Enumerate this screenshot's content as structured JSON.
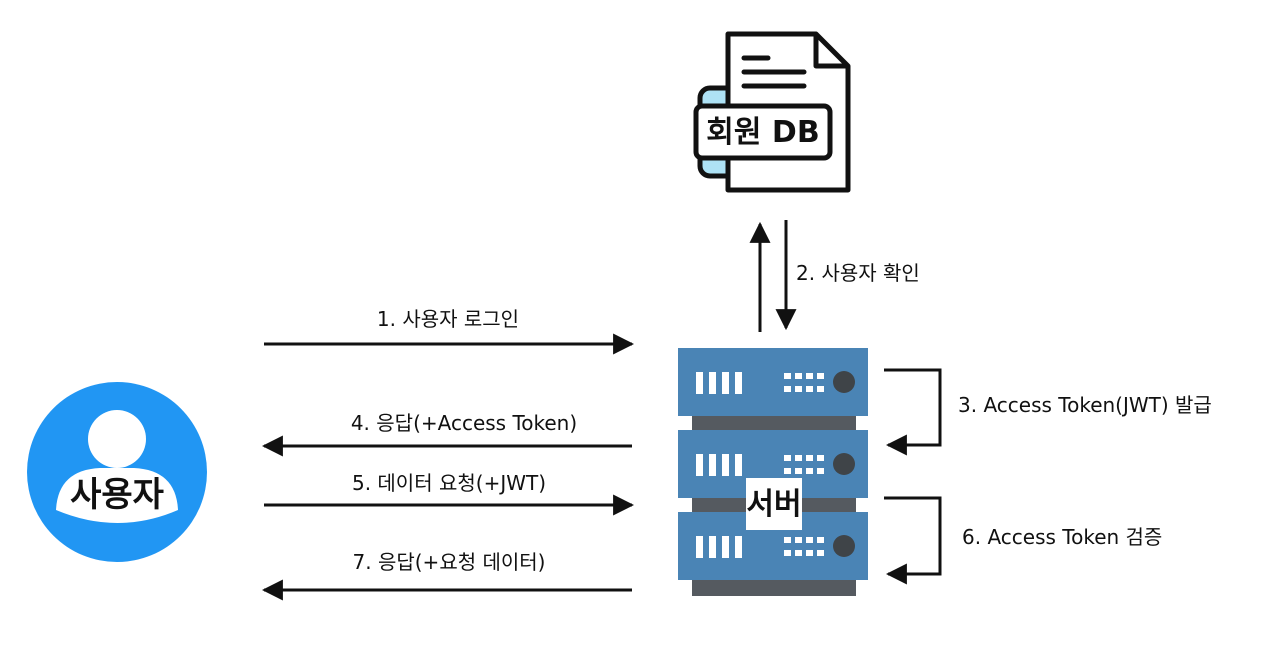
{
  "nodes": {
    "db": "회원 DB",
    "user": "사용자",
    "server": "서버"
  },
  "steps": {
    "login": "1. 사용자 로그인",
    "verify": "2. 사용자 확인",
    "issue": "3. Access Token(JWT) 발급",
    "response_token": "4. 응답(+Access Token)",
    "data_request": "5. 데이터 요청(+JWT)",
    "validate": "6. Access Token 검증",
    "response_data": "7. 응답(+요청 데이터)"
  },
  "colors": {
    "user_circle": "#2196f3",
    "server_blue": "#4a84b5",
    "server_dark": "#555a60",
    "doc_accent": "#aee2f5",
    "ink": "#111111"
  }
}
